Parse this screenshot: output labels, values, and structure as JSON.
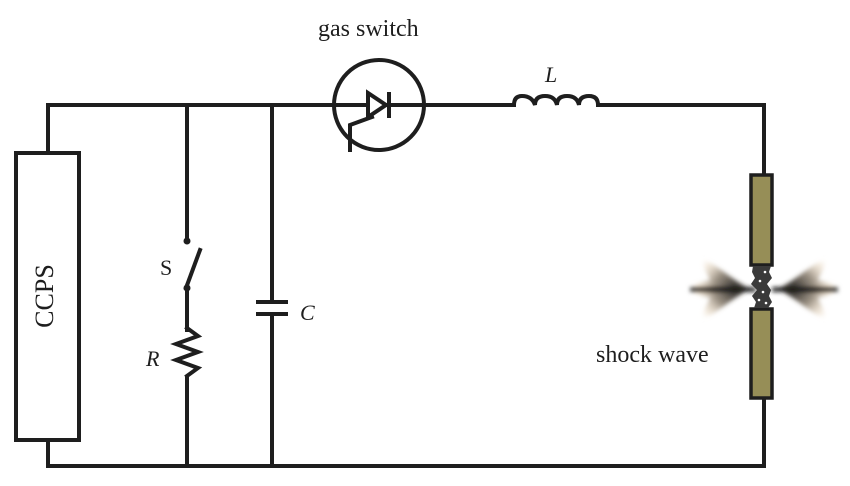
{
  "diagram": {
    "type": "circuit-schematic",
    "labels": {
      "power_supply": "CCPS",
      "gas_switch": "gas switch",
      "inductor": "L",
      "switch": "S",
      "resistor": "R",
      "capacitor": "C",
      "load": "shock wave"
    },
    "colors": {
      "wire": "#1e1e1e",
      "electrode": "#968e57",
      "gap": "#3a3a3a",
      "background": "#ffffff"
    },
    "components": [
      {
        "id": "ccps",
        "kind": "power-supply",
        "label_ref": "power_supply"
      },
      {
        "id": "switch-s",
        "kind": "switch",
        "label_ref": "switch",
        "state": "open"
      },
      {
        "id": "resistor-r",
        "kind": "resistor",
        "label_ref": "resistor"
      },
      {
        "id": "capacitor-c",
        "kind": "capacitor",
        "label_ref": "capacitor"
      },
      {
        "id": "gas-switch",
        "kind": "triggered-spark-gap",
        "label_ref": "gas_switch"
      },
      {
        "id": "inductor-l",
        "kind": "inductor",
        "label_ref": "inductor"
      },
      {
        "id": "electrodes",
        "kind": "discharge-electrodes",
        "label_ref": "load"
      }
    ]
  }
}
